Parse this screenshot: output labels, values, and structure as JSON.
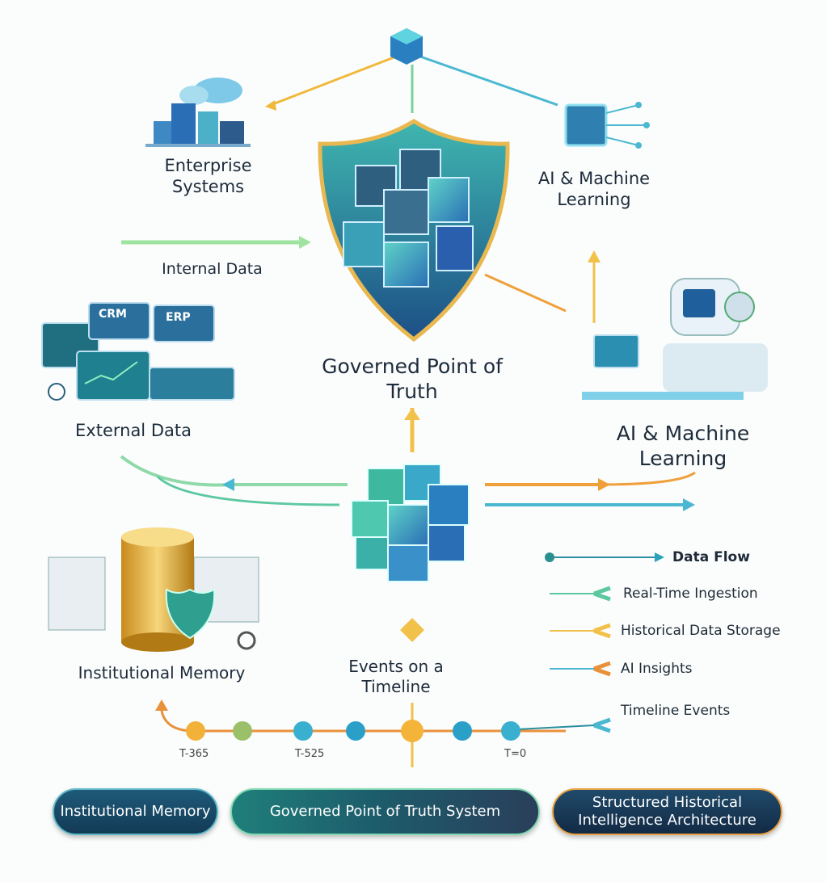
{
  "nodes": {
    "enterprise": "Enterprise Systems",
    "ai_top": "AI & Machine Learning",
    "internal": "Internal Data",
    "governed": "Governed Point of Truth",
    "external": "External Data",
    "ai_right": "AI & Machine Learning",
    "institutional": "Institutional Memory",
    "events": "Events on a Timeline"
  },
  "screens": {
    "crm": "CRM",
    "erp": "ERP"
  },
  "legend": [
    {
      "label": "Data Flow",
      "color": "#2aa3b8"
    },
    {
      "label": "Real-Time Ingestion",
      "color": "#5cc8a0"
    },
    {
      "label": "Historical Data Storage",
      "color": "#f2c14a"
    },
    {
      "label": "AI Insights",
      "color": "#e8913a"
    },
    {
      "label": "Timeline Events",
      "color": "#4ab8d0"
    }
  ],
  "timeline": {
    "ticks": [
      "T-365",
      "T-525",
      "T=0"
    ]
  },
  "buttons": [
    "Institutional Memory",
    "Governed Point of Truth System",
    "Structured Historical Intelligence Architecture"
  ]
}
